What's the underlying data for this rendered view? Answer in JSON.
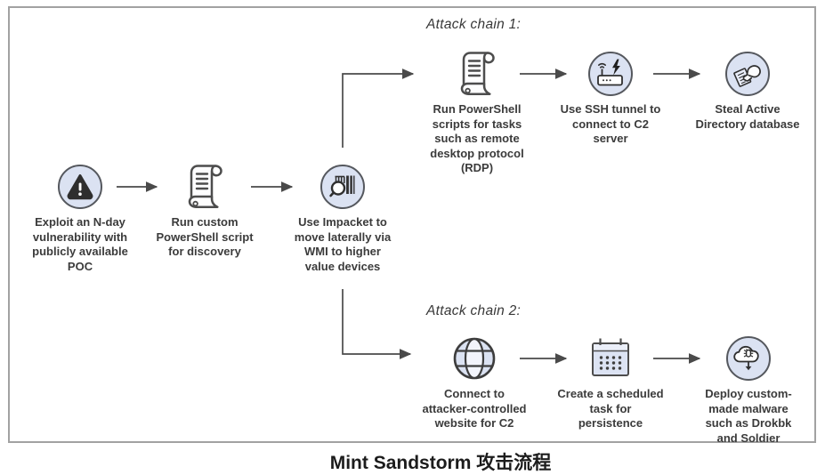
{
  "diagram": {
    "caption": "Mint Sandstorm 攻击流程",
    "chain1_label": "Attack chain 1:",
    "chain2_label": "Attack chain 2:",
    "main_chain": {
      "exploit": {
        "icon": "warning-triangle-icon",
        "label": "Exploit an N-day\nvulnerability with\npublicly available\nPOC"
      },
      "discovery": {
        "icon": "powershell-scroll-icon",
        "label": "Run custom\nPowerShell script\nfor discovery"
      },
      "impacket": {
        "icon": "barcode-magnifier-icon",
        "label": "Use Impacket to\nmove laterally via\nWMI to higher\nvalue devices"
      }
    },
    "chain1": {
      "rdp": {
        "icon": "powershell-scroll-icon",
        "label": "Run PowerShell\nscripts for tasks\nsuch as remote\ndesktop protocol\n(RDP)"
      },
      "ssh": {
        "icon": "router-lightning-icon",
        "label": "Use SSH tunnel to\nconnect to C2\nserver"
      },
      "steal": {
        "icon": "hand-stealing-document-icon",
        "label": "Steal Active\nDirectory database"
      }
    },
    "chain2": {
      "website": {
        "icon": "globe-icon",
        "label": "Connect to\nattacker-controlled\nwebsite for C2"
      },
      "task": {
        "icon": "calendar-schedule-icon",
        "label": "Create a scheduled\ntask for\npersistence"
      },
      "malware": {
        "icon": "malware-cloud-download-icon",
        "label": "Deploy custom-\nmade malware\nsuch as Drokbk\nand Soldier"
      }
    },
    "colors": {
      "node_fill": "#dbe2f2",
      "node_stroke": "#55585e",
      "line": "#4a4a4a",
      "text": "#3b3b3b",
      "frame_border": "#a2a2a2"
    }
  }
}
